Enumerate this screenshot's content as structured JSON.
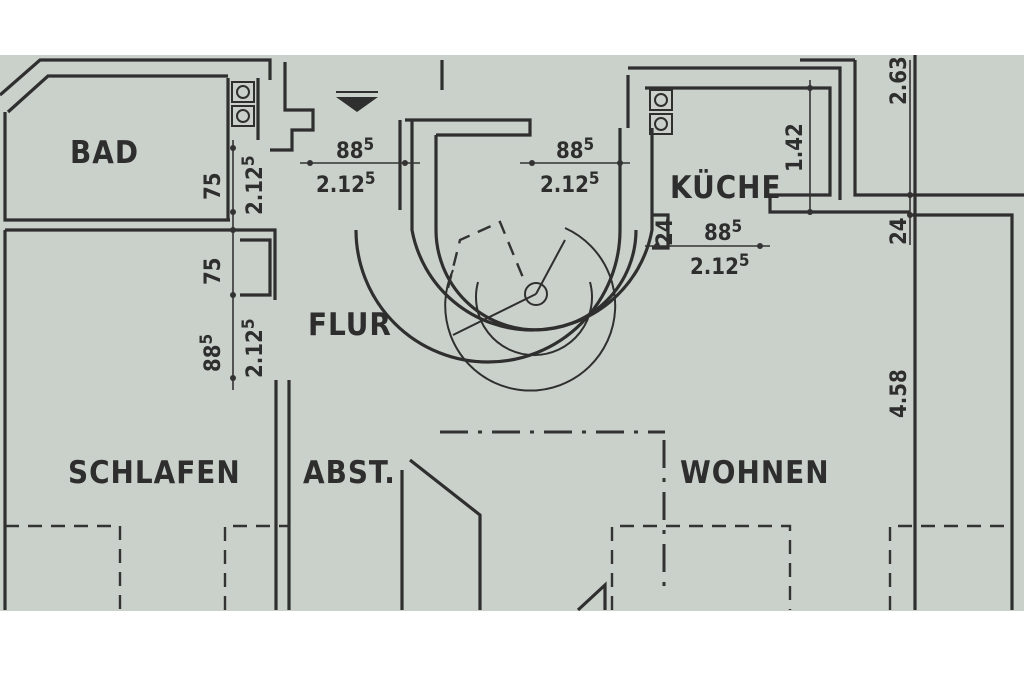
{
  "rooms": {
    "bad": "BAD",
    "flur": "FLUR",
    "kueche": "KÜCHE",
    "schlafen": "SCHLAFEN",
    "abst": "ABST.",
    "wohnen": "WOHNEN"
  },
  "dimensions": {
    "door_88": "88",
    "door_88_sup": "5",
    "door_212": "2.12",
    "door_212_sup": "5",
    "wall_75": "75",
    "kueche_142": "1.42",
    "kueche_24": "24",
    "right_24": "24",
    "right_263": "2.63",
    "wohnen_458": "4.58"
  }
}
